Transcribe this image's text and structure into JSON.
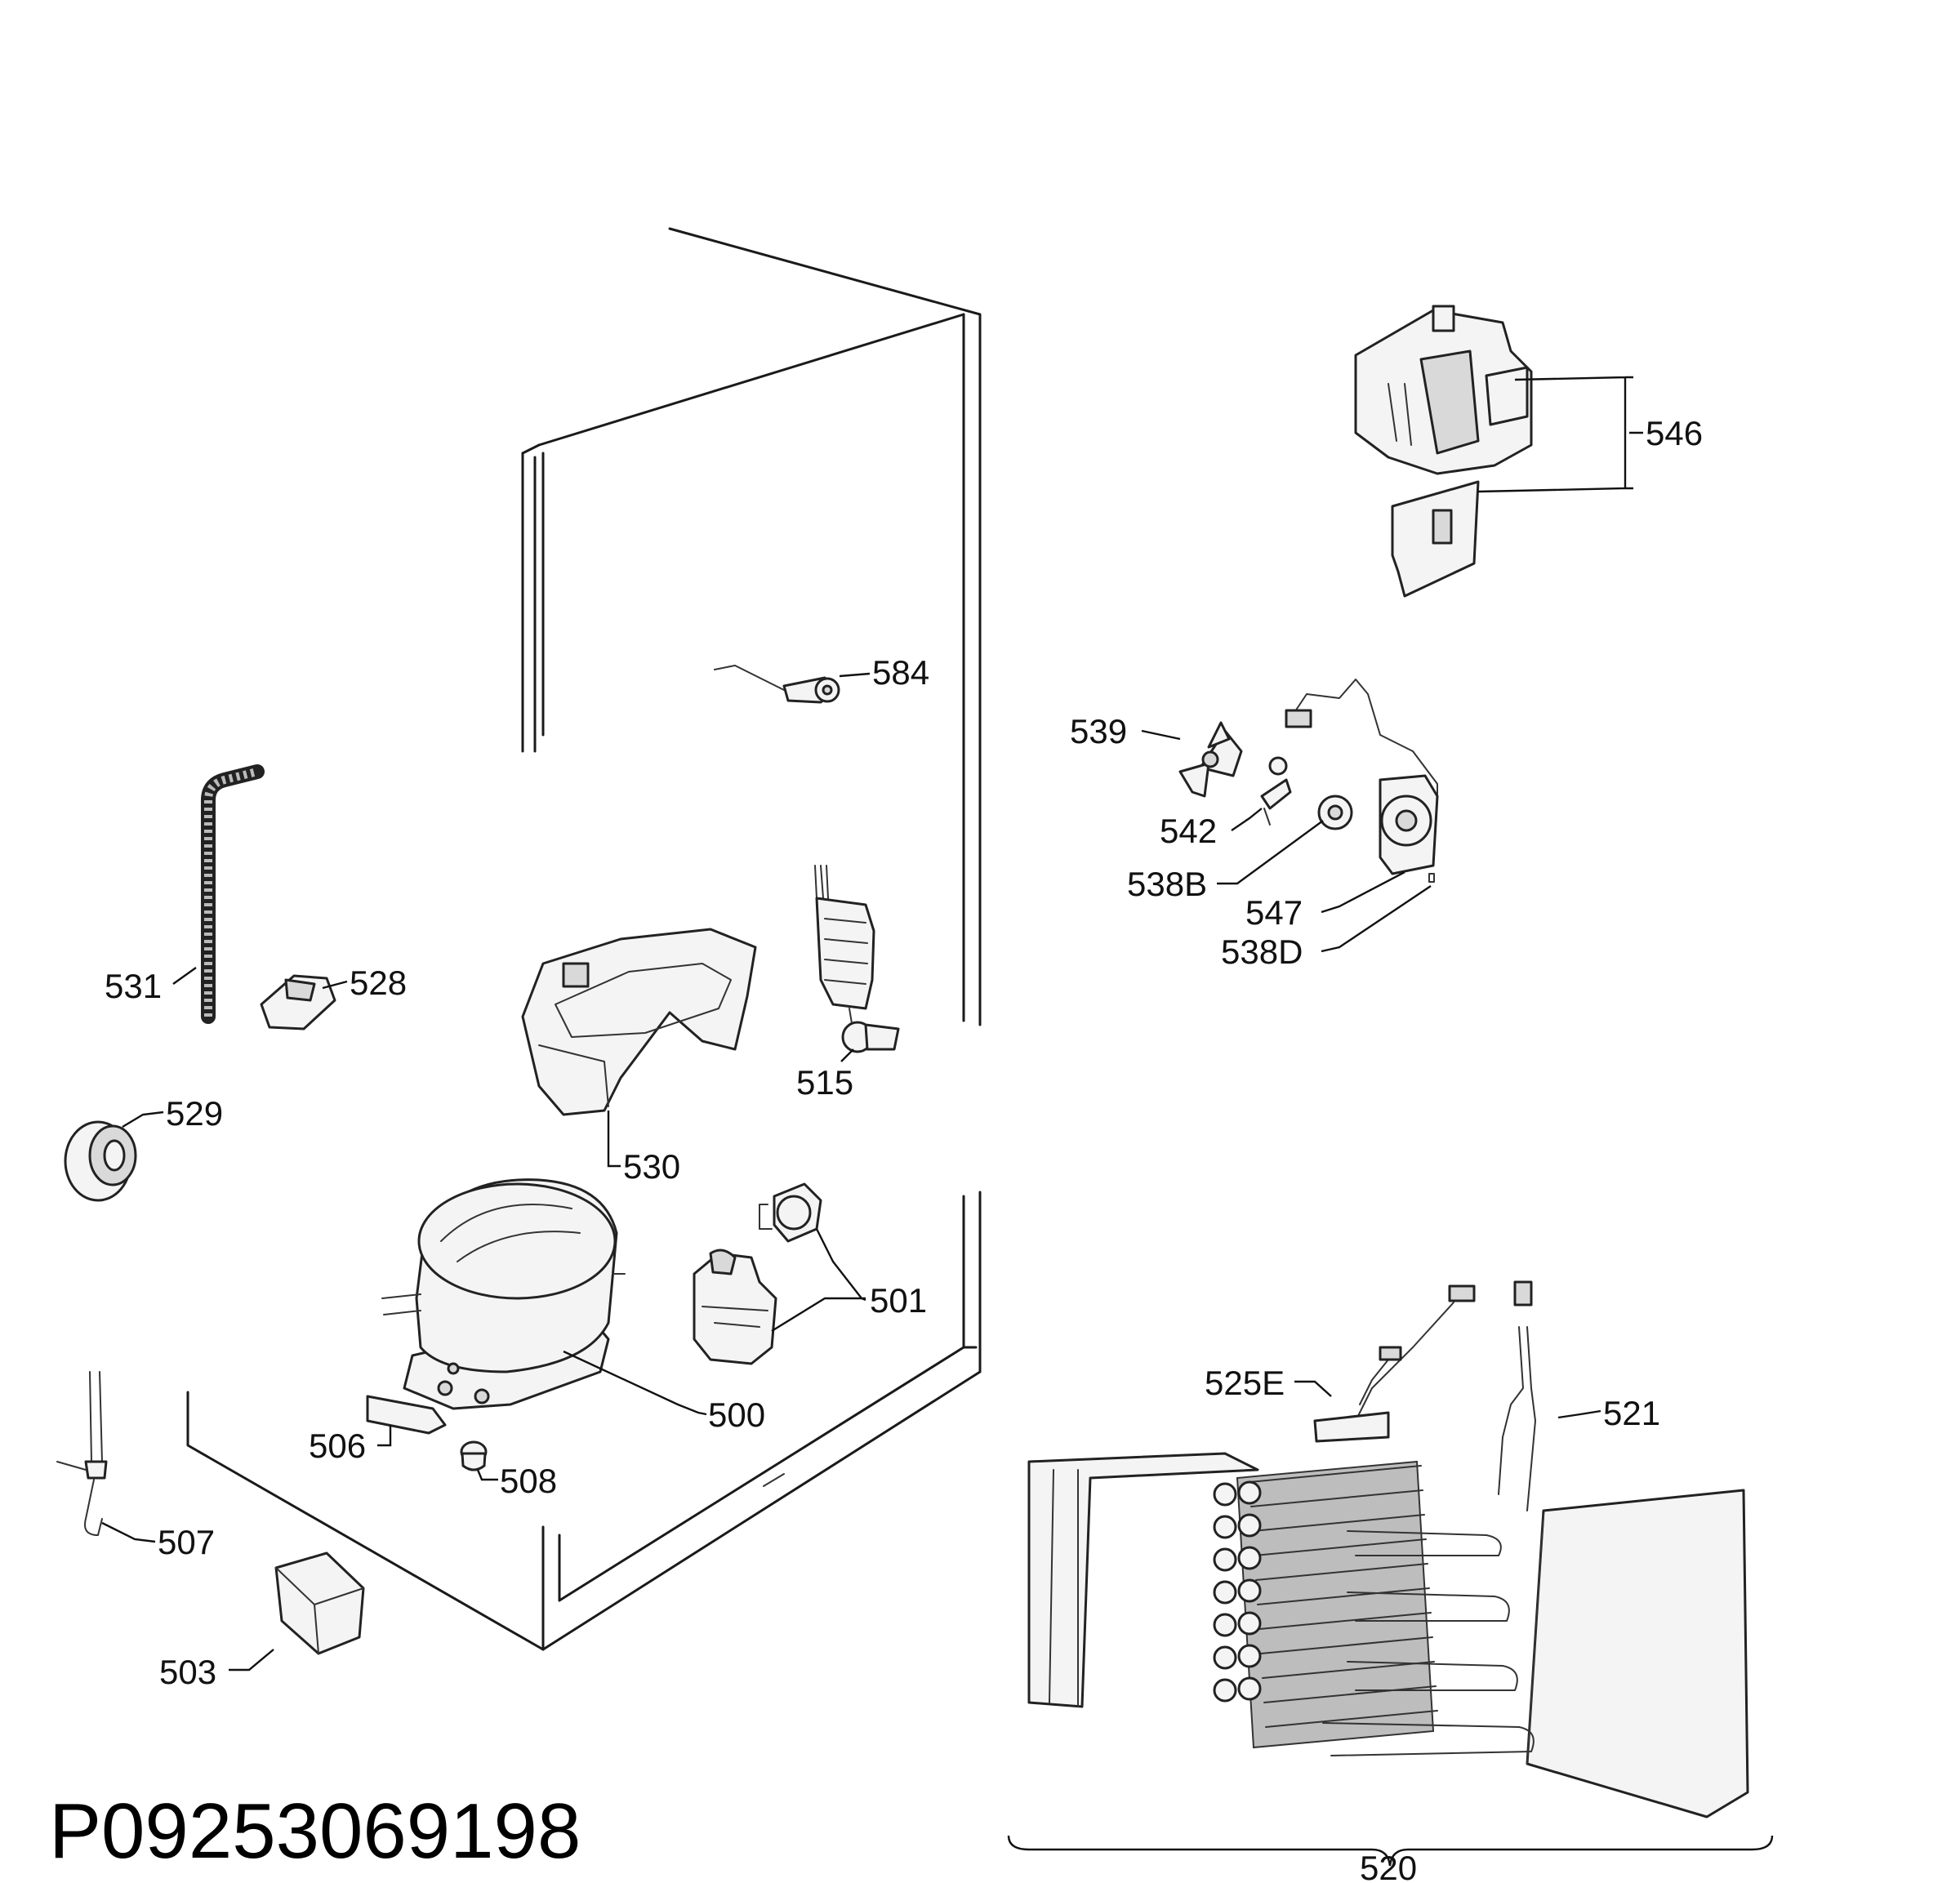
{
  "document_code": "P09253069198",
  "callouts": {
    "c500": "500",
    "c501": "501",
    "c503": "503",
    "c506": "506",
    "c507": "507",
    "c508": "508",
    "c515": "515",
    "c520": "520",
    "c521": "521",
    "c525E": "525E",
    "c528": "528",
    "c529": "529",
    "c530": "530",
    "c531": "531",
    "c538B": "538B",
    "c538D": "538D",
    "c539": "539",
    "c542": "542",
    "c546": "546",
    "c547": "547",
    "c584": "584"
  }
}
